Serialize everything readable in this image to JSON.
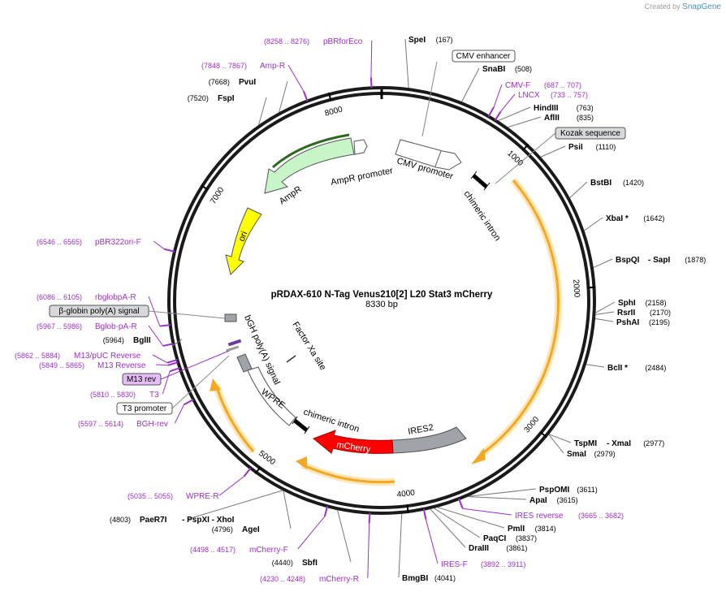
{
  "credit": {
    "prefix": "Created by",
    "brand": "SnapGene"
  },
  "plasmid": {
    "name": "pRDAX-610    N-Tag Venus210[2] L20 Stat3 mCherry",
    "length_label": "8330 bp",
    "length": 8330
  },
  "ticks": [
    {
      "label": "1000",
      "pos": 1000
    },
    {
      "label": "2000",
      "pos": 2000
    },
    {
      "label": "3000",
      "pos": 3000
    },
    {
      "label": "4000",
      "pos": 4000
    },
    {
      "label": "5000",
      "pos": 5000
    },
    {
      "label": "7000",
      "pos": 7000
    },
    {
      "label": "8000",
      "pos": 8000
    }
  ],
  "sites": [
    {
      "name": "SpeI",
      "pos": "(167)",
      "at": 167
    },
    {
      "name": "SnaBI",
      "pos": "(508)",
      "at": 508
    },
    {
      "name": "HindIII",
      "pos": "(763)",
      "at": 763
    },
    {
      "name": "AflII",
      "pos": "(835)",
      "at": 835
    },
    {
      "name": "PsiI",
      "pos": "(1110)",
      "at": 1110
    },
    {
      "name": "BstBI",
      "pos": "(1420)",
      "at": 1420
    },
    {
      "name": "XbaI *",
      "pos": "(1642)",
      "at": 1642
    },
    {
      "name": "BspQI",
      "name2": "- SapI",
      "pos": "(1878)",
      "at": 1878
    },
    {
      "name": "SphI",
      "pos": "(2158)",
      "at": 2158
    },
    {
      "name": "RsrII",
      "pos": "(2170)",
      "at": 2170
    },
    {
      "name": "PshAI",
      "pos": "(2195)",
      "at": 2195
    },
    {
      "name": "BclI *",
      "pos": "(2484)",
      "at": 2484
    },
    {
      "name": "TspMI",
      "name2": "- XmaI",
      "pos": "(2977)",
      "at": 2977
    },
    {
      "name": "SmaI",
      "pos": "(2979)",
      "at": 2979
    },
    {
      "name": "PspOMI",
      "pos": "(3611)",
      "at": 3611
    },
    {
      "name": "ApaI",
      "pos": "(3615)",
      "at": 3615
    },
    {
      "name": "PmlI",
      "pos": "(3814)",
      "at": 3814
    },
    {
      "name": "PaqCI",
      "pos": "(3837)",
      "at": 3837
    },
    {
      "name": "DraIII",
      "pos": "(3861)",
      "at": 3861
    },
    {
      "name": "BmgBI",
      "pos": "(4041)",
      "at": 4041
    },
    {
      "name": "SbfI",
      "pos": "(4440)",
      "at": 4440
    },
    {
      "name": "AgeI",
      "pos": "(4796)",
      "at": 4796
    },
    {
      "name": "PaeR7I",
      "name2": "- PspXI  - XhoI",
      "pos": "(4803)",
      "at": 4803
    },
    {
      "name": "BglII",
      "pos": "(5964)",
      "at": 5964
    },
    {
      "name": "FspI",
      "pos": "(7520)",
      "at": 7520
    },
    {
      "name": "PvuI",
      "pos": "(7668)",
      "at": 7668
    }
  ],
  "primers": [
    {
      "name": "pBRforEco",
      "pos": "(8258 .. 8276)",
      "at": 8267
    },
    {
      "name": "Amp-R",
      "pos": "(7848 .. 7867)",
      "at": 7857
    },
    {
      "name": "CMV-F",
      "pos": "(687 .. 707)",
      "at": 697
    },
    {
      "name": "LNCX",
      "pos": "(733 .. 757)",
      "at": 745
    },
    {
      "name": "IRES reverse",
      "pos": "(3665 .. 3682)",
      "at": 3673
    },
    {
      "name": "IRES-F",
      "pos": "(3892 .. 3911)",
      "at": 3901
    },
    {
      "name": "mCherry-F",
      "pos": "(4498 .. 4517)",
      "at": 4507
    },
    {
      "name": "mCherry-R",
      "pos": "(4230 .. 4248)",
      "at": 4239
    },
    {
      "name": "WPRE-R",
      "pos": "(5035 .. 5055)",
      "at": 5045
    },
    {
      "name": "BGH-rev",
      "pos": "(5597 .. 5614)",
      "at": 5605
    },
    {
      "name": "T3",
      "pos": "(5810 .. 5830)",
      "at": 5820
    },
    {
      "name": "M13 Reverse",
      "pos": "(5849 .. 5865)",
      "at": 5857
    },
    {
      "name": "M13/pUC Reverse",
      "pos": "(5862 .. 5884)",
      "at": 5873
    },
    {
      "name": "Bglob-pA-R",
      "pos": "(5967 .. 5986)",
      "at": 5976
    },
    {
      "name": "rbglobpA-R",
      "pos": "(6086 .. 6105)",
      "at": 6095
    },
    {
      "name": "pBR322ori-F",
      "pos": "(6546 .. 6565)",
      "at": 6555
    }
  ],
  "boxed_labels": {
    "cmv_enhancer": "CMV enhancer",
    "kozak": "Kozak sequence",
    "beta_globin": "β-globin poly(A) signal",
    "m13_rev": "M13 rev",
    "t3_promoter": "T3 promoter"
  },
  "features": {
    "cmv_promoter": "CMV promoter",
    "chimeric_intron_top": "chimeric intron",
    "chimeric_intron_bottom": "chimeric intron",
    "amp_promoter": "AmpR promoter",
    "ampr": "AmpR",
    "ori": "ori",
    "ires2": "IRES2",
    "mcherry": "mCherry",
    "wpre": "WPRE",
    "bgh": "bGH poly(A) signal",
    "factor_xa": "Factor Xa site"
  },
  "colors": {
    "backbone": "#1a1a1a",
    "primer": "#9b30c8",
    "ampr": "#c8f5c8",
    "ori": "#ffff00",
    "mcherry": "#ff0000",
    "ires": "#a0a4a8",
    "orf_arrow": "#f5a623"
  }
}
